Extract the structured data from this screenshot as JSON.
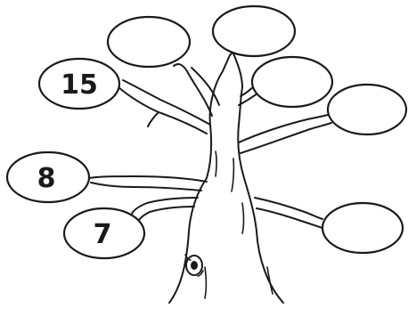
{
  "diagram": {
    "bubbles": [
      {
        "id": "top-left",
        "value": ""
      },
      {
        "id": "top-middle",
        "value": ""
      },
      {
        "id": "upper-left",
        "value": "15"
      },
      {
        "id": "upper-right",
        "value": ""
      },
      {
        "id": "right",
        "value": ""
      },
      {
        "id": "middle-left",
        "value": "8"
      },
      {
        "id": "lower-left",
        "value": "7"
      },
      {
        "id": "lower-right",
        "value": ""
      }
    ]
  }
}
